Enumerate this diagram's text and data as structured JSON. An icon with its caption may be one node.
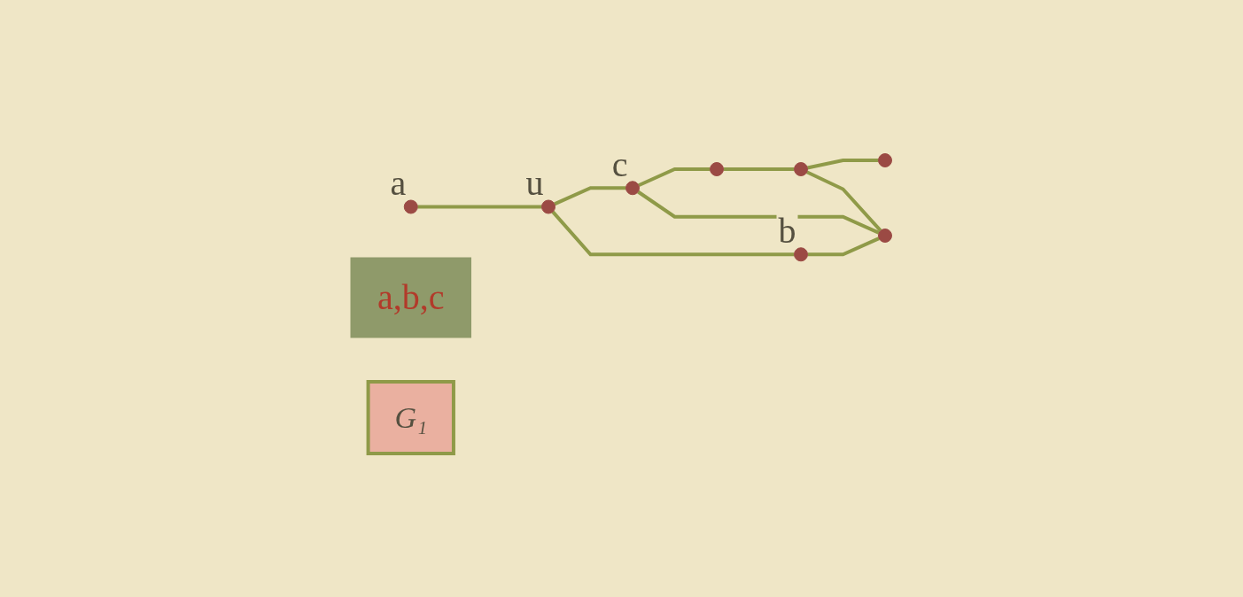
{
  "diagram": {
    "nodes": [
      {
        "text": [],
        "shape": "circle",
        "beside": [
          "a"
        ]
      },
      {
        "text": [],
        "shape": "circle"
      },
      {
        "text": [],
        "shape": "circle"
      },
      {
        "text": [],
        "shape": "circle",
        "beside": [
          "c"
        ]
      },
      {
        "text": [],
        "shape": "circle"
      },
      {
        "text": [],
        "shape": "circle",
        "beside": [
          "u"
        ]
      },
      {
        "text": [
          "a,b,c"
        ]
      },
      {
        "text": [],
        "shape": "circle",
        "beside": [
          "b"
        ]
      },
      {
        "text": [],
        "shape": "circle"
      },
      {
        "text": [
          "G₁"
        ]
      }
    ],
    "edges": [
      {
        "from": 0,
        "to": 5,
        "arrow": "none"
      },
      {
        "from": 5,
        "to": 3,
        "arrow": "none"
      },
      {
        "from": 5,
        "to": 7,
        "arrow": "none"
      },
      {
        "from": 7,
        "to": 8,
        "arrow": "none"
      },
      {
        "from": 3,
        "to": 1,
        "arrow": "none"
      },
      {
        "from": 3,
        "to": 8,
        "arrow": "none"
      },
      {
        "from": 1,
        "to": 4,
        "arrow": "none"
      },
      {
        "from": 4,
        "to": 2,
        "arrow": "none"
      },
      {
        "from": 4,
        "to": 8,
        "arrow": "none"
      }
    ]
  }
}
